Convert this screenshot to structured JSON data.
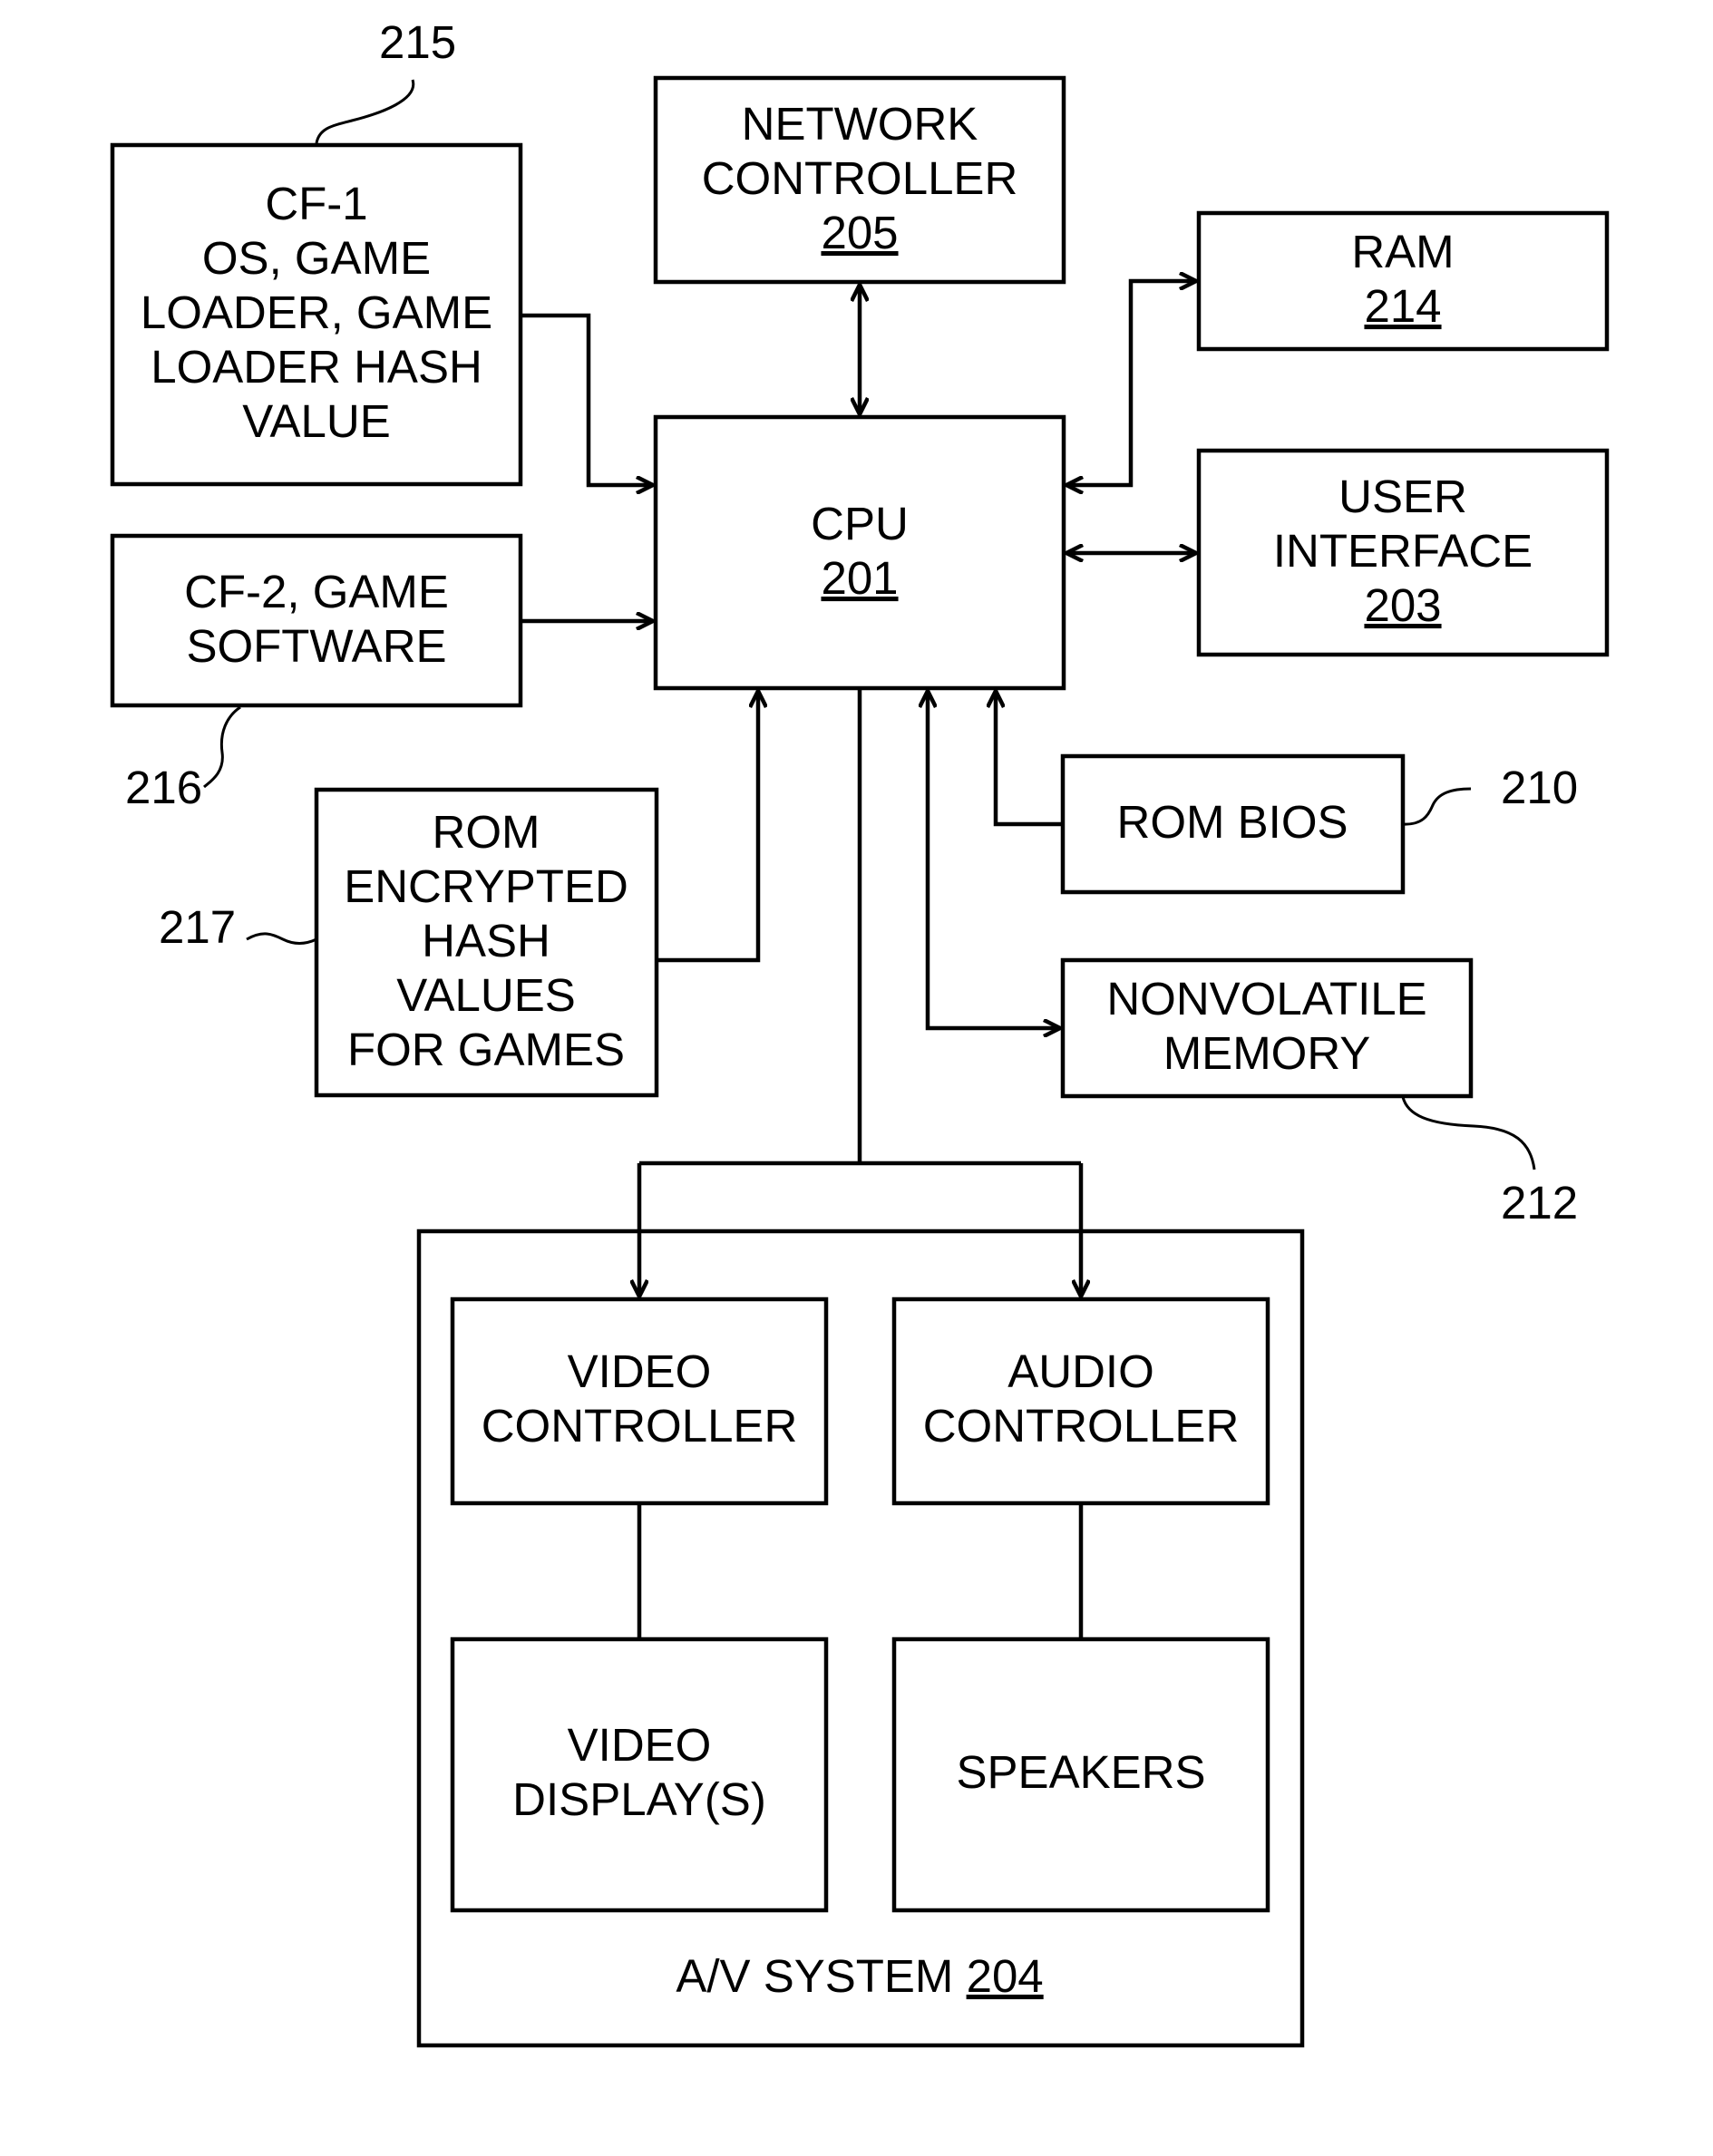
{
  "blocks": {
    "cf1": {
      "lines": [
        "CF-1",
        "OS, GAME",
        "LOADER, GAME",
        "LOADER HASH",
        "VALUE"
      ]
    },
    "network_controller": {
      "lines": [
        "NETWORK",
        "CONTROLLER"
      ],
      "ref": "205"
    },
    "ram": {
      "lines": [
        "RAM"
      ],
      "ref": "214"
    },
    "cpu": {
      "lines": [
        "CPU"
      ],
      "ref": "201"
    },
    "user_interface": {
      "lines": [
        "USER",
        "INTERFACE"
      ],
      "ref": "203"
    },
    "cf2": {
      "lines": [
        "CF-2, GAME",
        "SOFTWARE"
      ]
    },
    "rom_hash": {
      "lines": [
        "ROM",
        "ENCRYPTED",
        "HASH",
        "VALUES",
        "FOR GAMES"
      ]
    },
    "rom_bios": {
      "lines": [
        "ROM BIOS"
      ]
    },
    "nonvolatile_memory": {
      "lines": [
        "NONVOLATILE",
        "MEMORY"
      ]
    },
    "video_controller": {
      "lines": [
        "VIDEO",
        "CONTROLLER"
      ]
    },
    "audio_controller": {
      "lines": [
        "AUDIO",
        "CONTROLLER"
      ]
    },
    "video_display": {
      "lines": [
        "VIDEO",
        "DISPLAY(S)"
      ]
    },
    "speakers": {
      "lines": [
        "SPEAKERS"
      ]
    },
    "av_system": {
      "label": "A/V SYSTEM",
      "ref": "204"
    }
  },
  "reference_numerals": {
    "cf1": "215",
    "cf2": "216",
    "rom_hash": "217",
    "rom_bios": "210",
    "nonvolatile_memory": "212"
  },
  "connections": [
    {
      "from": "network_controller",
      "to": "cpu",
      "direction": "bidirectional"
    },
    {
      "from": "cpu",
      "to": "ram",
      "direction": "bidirectional"
    },
    {
      "from": "cpu",
      "to": "user_interface",
      "direction": "bidirectional"
    },
    {
      "from": "cf1",
      "to": "cpu",
      "direction": "one-way"
    },
    {
      "from": "cf2",
      "to": "cpu",
      "direction": "one-way"
    },
    {
      "from": "rom_hash",
      "to": "cpu",
      "direction": "one-way"
    },
    {
      "from": "rom_bios",
      "to": "cpu",
      "direction": "one-way"
    },
    {
      "from": "cpu",
      "to": "nonvolatile_memory",
      "direction": "bidirectional"
    },
    {
      "from": "cpu",
      "to": "video_controller",
      "direction": "one-way"
    },
    {
      "from": "cpu",
      "to": "audio_controller",
      "direction": "one-way"
    },
    {
      "from": "video_controller",
      "to": "video_display",
      "direction": "none"
    },
    {
      "from": "audio_controller",
      "to": "speakers",
      "direction": "none"
    }
  ]
}
